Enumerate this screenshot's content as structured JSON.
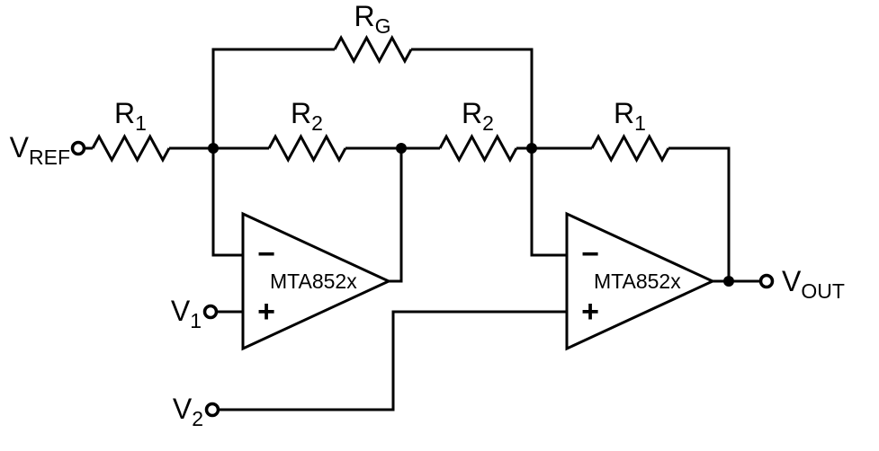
{
  "diagram": {
    "type": "circuit-schematic",
    "description": "Two op-amp instrumentation amplifier",
    "colors": {
      "line": "#000000",
      "background": "#ffffff"
    },
    "labels": {
      "vref": {
        "base": "V",
        "sub": "REF"
      },
      "r1_left": {
        "base": "R",
        "sub": "1"
      },
      "r2_left": {
        "base": "R",
        "sub": "2"
      },
      "rg": {
        "base": "R",
        "sub": "G"
      },
      "r2_right": {
        "base": "R",
        "sub": "2"
      },
      "r1_right": {
        "base": "R",
        "sub": "1"
      },
      "v1": {
        "base": "V",
        "sub": "1"
      },
      "v2": {
        "base": "V",
        "sub": "2"
      },
      "vout": {
        "base": "V",
        "sub": "OUT"
      }
    },
    "opamps": {
      "left": {
        "label": "MTA852x",
        "minus": "−",
        "plus": "+"
      },
      "right": {
        "label": "MTA852x",
        "minus": "−",
        "plus": "+"
      }
    }
  }
}
